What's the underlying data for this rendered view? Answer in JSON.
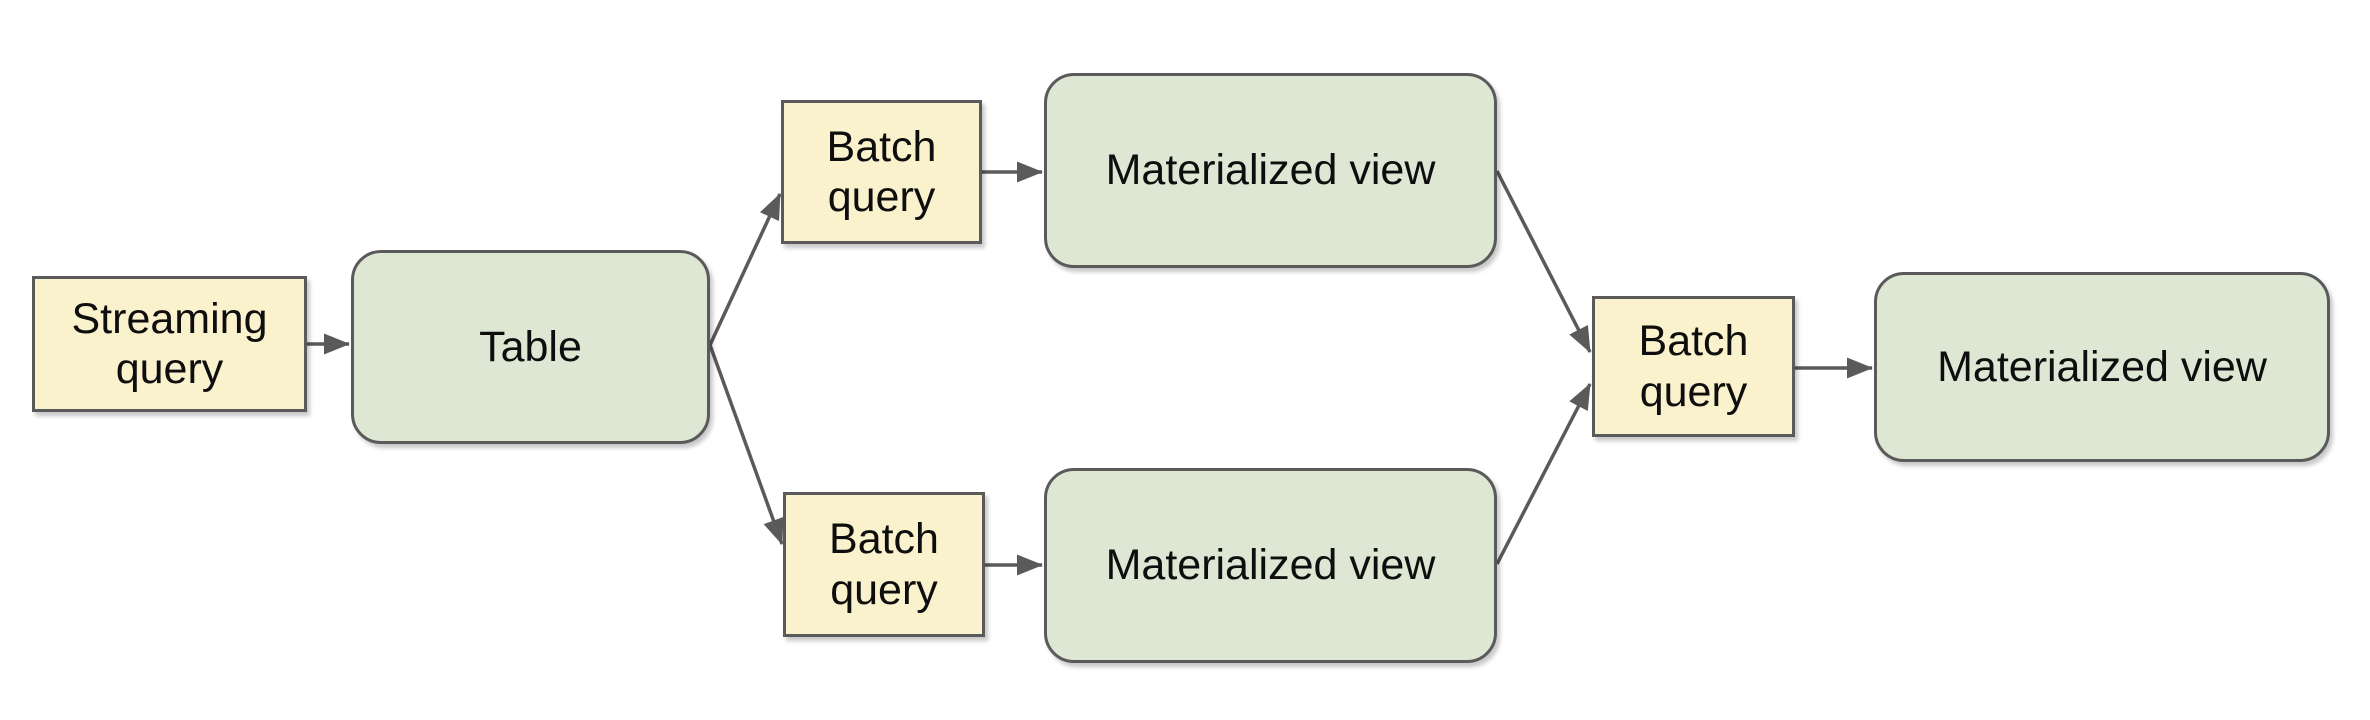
{
  "diagram": {
    "nodes": [
      {
        "id": "streaming-query",
        "label": "Streaming query",
        "kind": "query"
      },
      {
        "id": "table",
        "label": "Table",
        "kind": "table"
      },
      {
        "id": "batch-query-top",
        "label": "Batch query",
        "kind": "query"
      },
      {
        "id": "materialized-view-top",
        "label": "Materialized view",
        "kind": "view"
      },
      {
        "id": "batch-query-bottom",
        "label": "Batch query",
        "kind": "query"
      },
      {
        "id": "materialized-view-bottom",
        "label": "Materialized view",
        "kind": "view"
      },
      {
        "id": "batch-query-merge",
        "label": "Batch query",
        "kind": "query"
      },
      {
        "id": "materialized-view-final",
        "label": "Materialized view",
        "kind": "view"
      }
    ],
    "edges": [
      {
        "from": "streaming-query",
        "to": "table"
      },
      {
        "from": "table",
        "to": "batch-query-top"
      },
      {
        "from": "table",
        "to": "batch-query-bottom"
      },
      {
        "from": "batch-query-top",
        "to": "materialized-view-top"
      },
      {
        "from": "batch-query-bottom",
        "to": "materialized-view-bottom"
      },
      {
        "from": "materialized-view-top",
        "to": "batch-query-merge"
      },
      {
        "from": "materialized-view-bottom",
        "to": "batch-query-merge"
      },
      {
        "from": "batch-query-merge",
        "to": "materialized-view-final"
      }
    ],
    "colors": {
      "canvas": "#ffffff",
      "query_fill": "#faf1cd",
      "view_fill": "#dde7d4",
      "border": "#5a5a5a",
      "connector": "#5a5a5a",
      "text": "#0e0e0e"
    }
  }
}
